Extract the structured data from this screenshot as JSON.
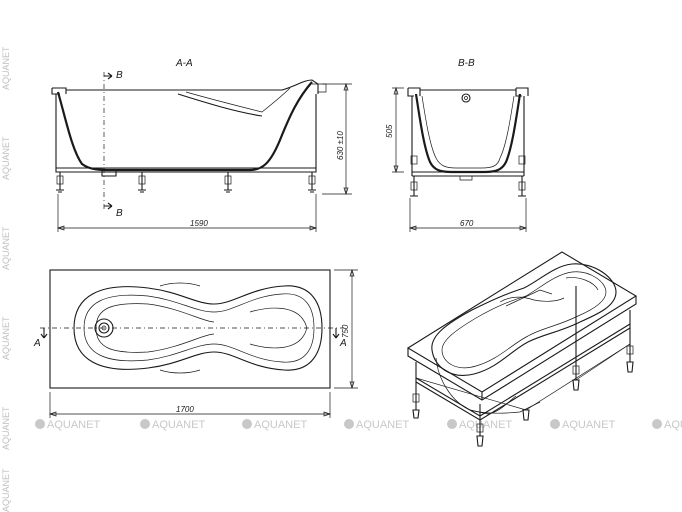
{
  "sections": {
    "aa": "A-A",
    "bb": "B-B"
  },
  "cut_markers": {
    "b": "B",
    "a": "A"
  },
  "dimensions": {
    "inner_length": "1590",
    "height": "630 ±10",
    "section_depth": "505",
    "section_width": "670",
    "total_length": "1700",
    "total_width": "750"
  },
  "watermark": "AQUANET",
  "colors": {
    "line": "#1a1a1a",
    "watermark": "#c8c8c8"
  }
}
